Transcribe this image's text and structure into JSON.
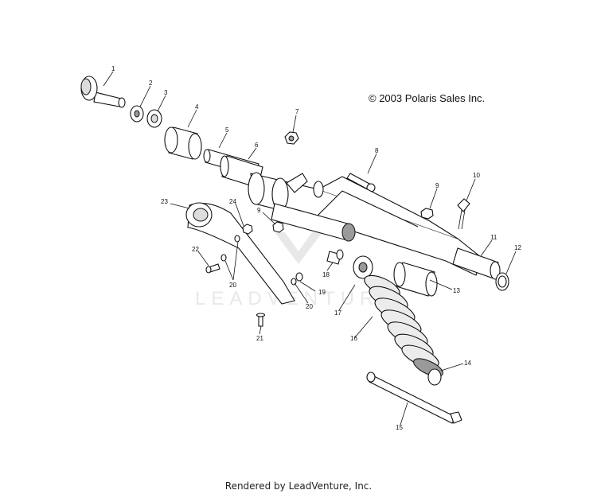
{
  "copyright": "© 2003 Polaris Sales Inc.",
  "watermark": "LEADVENTURE",
  "footer": "Rendered by LeadVenture, Inc.",
  "callouts": [
    "1",
    "2",
    "3",
    "4",
    "5",
    "6",
    "7",
    "8",
    "9",
    "9",
    "10",
    "11",
    "12",
    "13",
    "14",
    "15",
    "16",
    "17",
    "18",
    "19",
    "20",
    "20",
    "21",
    "22",
    "23",
    "24"
  ]
}
